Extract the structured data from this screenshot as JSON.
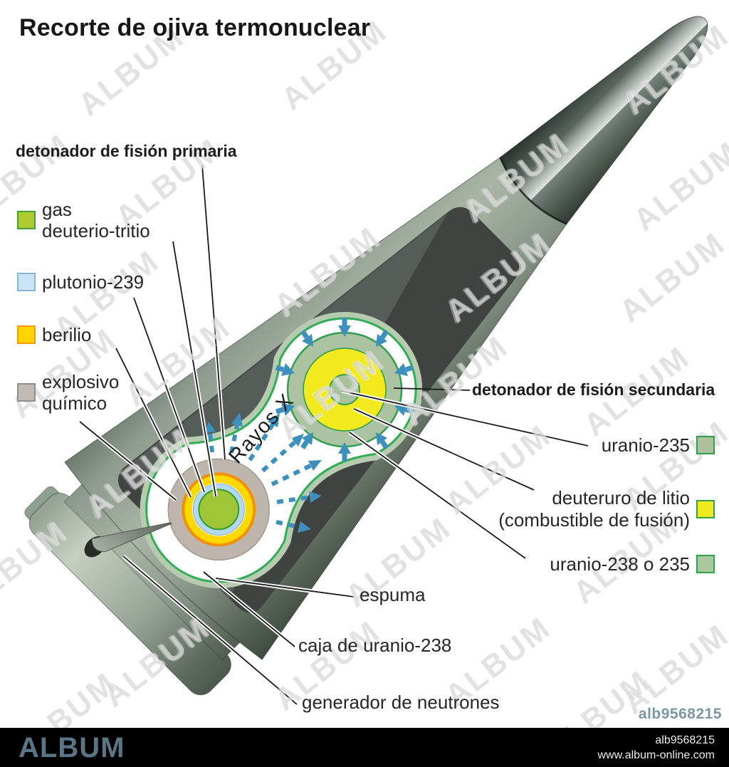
{
  "title": "Recorte de ojiva termonuclear",
  "watermark": {
    "text": "ALBUM"
  },
  "callouts": {
    "primary": "detonador de fisión primaria",
    "secondary": "detonador de fisión secundaria",
    "espuma": "espuma",
    "caja": "caja de uranio-238",
    "generador": "generador de neutrones",
    "rayos_x": "Rayos X"
  },
  "legend_left": [
    {
      "line1": "gas",
      "line2": "deuterio-tritio",
      "color": "#aecb2f",
      "border": "#44a032"
    },
    {
      "line1": "plutonio-239",
      "line2": "",
      "color": "#c9e4f6",
      "border": "#85b7d9"
    },
    {
      "line1": "berilio",
      "line2": "",
      "color": "#ffd400",
      "border": "#f59c00"
    },
    {
      "line1": "explosivo",
      "line2": "químico",
      "color": "#c3bab2",
      "border": "#8f8f8f"
    }
  ],
  "legend_right": [
    {
      "line1": "uranio-235",
      "line2": "",
      "color": "#adc19f",
      "border": "#2fa04c"
    },
    {
      "line1": "deuteruro de litio",
      "line2": "(combustible de fusión)",
      "color": "#f1e91d",
      "border": "#2fa04c"
    },
    {
      "line1": "uranio-238 o 235",
      "line2": "",
      "color": "#aac79e",
      "border": "#2fa04c"
    }
  ],
  "footer": {
    "brand": "ALBUM",
    "code_above_bar": "alb9568215",
    "image_code": "alb9568215",
    "website": "www.album-online.com"
  },
  "colors": {
    "shell": "#8d9b8e",
    "nose": "#4a564d",
    "radiation_case": "#3f4441",
    "cavity_outline": "#2fae54",
    "cavity_lining": "#b7cbb0",
    "foam_fill": "#ffffff",
    "arrow_blue": "#3d8fbe",
    "leader_line": "#1a1a1a",
    "footer_bar": "#000000",
    "brand_text": "#5a7585",
    "code_text": "#7b97a3"
  }
}
